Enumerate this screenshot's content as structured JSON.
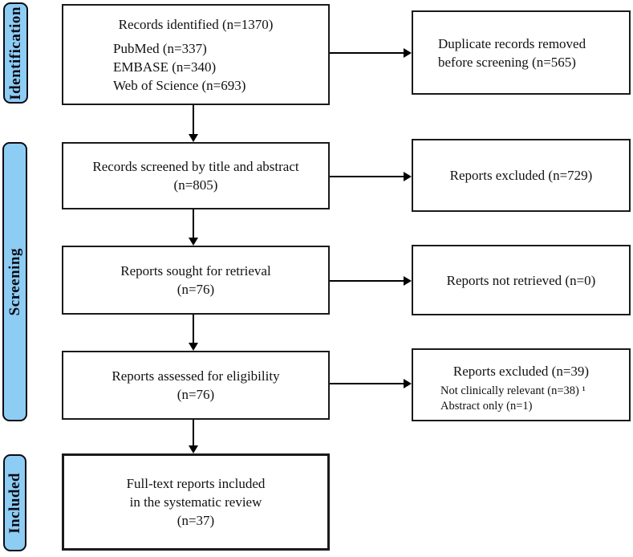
{
  "diagram": {
    "phases": [
      {
        "label": "Identification"
      },
      {
        "label": "Screening"
      },
      {
        "label": "Included"
      }
    ],
    "main_boxes": {
      "identified": {
        "title": "Records identified (n=1370)",
        "items": [
          "PubMed (n=337)",
          "EMBASE (n=340)",
          "Web of Science (n=693)"
        ]
      },
      "screened": {
        "lines": [
          "Records screened by title and abstract",
          "(n=805)"
        ]
      },
      "sought": {
        "lines": [
          "Reports sought for retrieval",
          "(n=76)"
        ]
      },
      "assessed": {
        "lines": [
          "Reports assessed for eligibility",
          "(n=76)"
        ]
      },
      "included": {
        "lines": [
          "Full-text reports included",
          "in the systematic review",
          "(n=37)"
        ]
      }
    },
    "side_boxes": {
      "duplicates": {
        "lines": [
          "Duplicate records removed",
          "before screening (n=565)"
        ]
      },
      "excluded_1": {
        "lines": [
          "Reports excluded (n=729)"
        ]
      },
      "not_retrieved": {
        "lines": [
          "Reports not retrieved (n=0)"
        ]
      },
      "excluded_2": {
        "title": "Reports excluded (n=39)",
        "items": [
          "Not clinically relevant (n=38) ¹",
          "Abstract only (n=1)"
        ]
      }
    },
    "colors": {
      "phase_fill": "#8DCDF4",
      "border": "#1a1a1a",
      "background": "#ffffff"
    }
  }
}
